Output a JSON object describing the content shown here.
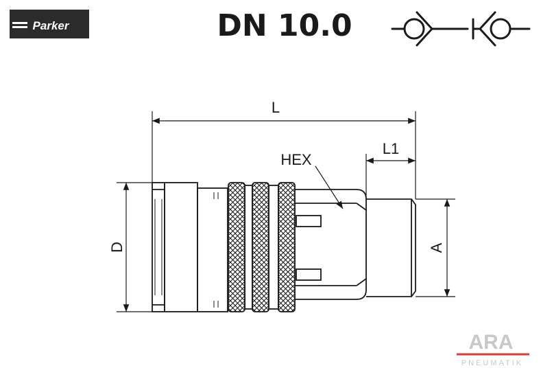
{
  "header": {
    "brand_logo_text": "Parker",
    "title": "DN 10.0",
    "symbol_icon": "quick-coupling-check-valve-symbol"
  },
  "drawing": {
    "dimension_labels": {
      "length": "L",
      "thread_length": "L1",
      "hex": "HEX",
      "diameter": "D",
      "thread": "A"
    }
  },
  "watermark": {
    "brand": "ARA",
    "subtitle": "PNEUMATIK",
    "accent_color": "#e03a32",
    "text_color": "#c8c8c8"
  },
  "colors": {
    "line": "#1a1a1a",
    "knurl_fill": "#ffffff"
  }
}
